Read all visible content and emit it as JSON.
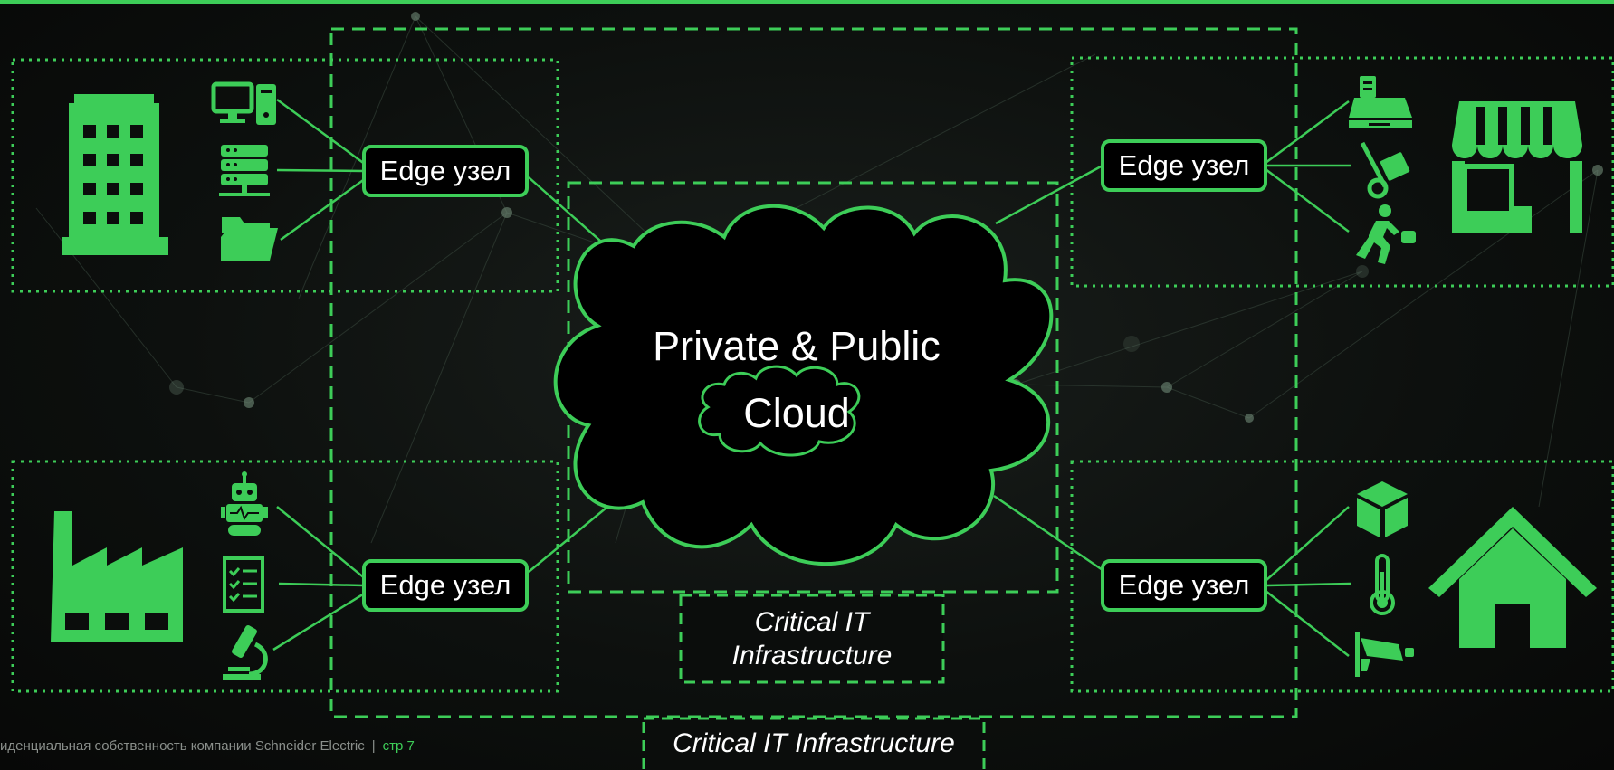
{
  "colors": {
    "accent": "#3dcd58",
    "text": "#ffffff",
    "background": "#0b0d0c",
    "footer_text": "#8a8f8b"
  },
  "edge_nodes": [
    {
      "label": "Edge узел"
    },
    {
      "label": "Edge узел"
    },
    {
      "label": "Edge узел"
    },
    {
      "label": "Edge узел"
    }
  ],
  "cloud": {
    "title_line1": "Private & Public",
    "title_line2": "Cloud"
  },
  "critical_inner": {
    "line1": "Critical IT",
    "line2": "Infrastructure"
  },
  "critical_outer": {
    "label": "Critical IT Infrastructure"
  },
  "sites": {
    "office": {
      "icon": "office-building-icon",
      "devices": [
        "desktop-computer-icon",
        "server-rack-icon",
        "folder-icon"
      ]
    },
    "factory": {
      "icon": "factory-icon",
      "devices": [
        "robot-icon",
        "checklist-icon",
        "microscope-icon"
      ]
    },
    "store": {
      "icon": "storefront-icon",
      "devices": [
        "cash-register-icon",
        "hand-truck-icon",
        "running-person-icon"
      ]
    },
    "home": {
      "icon": "house-icon",
      "devices": [
        "package-box-icon",
        "thermometer-icon",
        "security-camera-icon"
      ]
    }
  },
  "footer": {
    "text": "иденциальная собственность компании Schneider Electric",
    "separator": "|",
    "page": "стр 7"
  }
}
